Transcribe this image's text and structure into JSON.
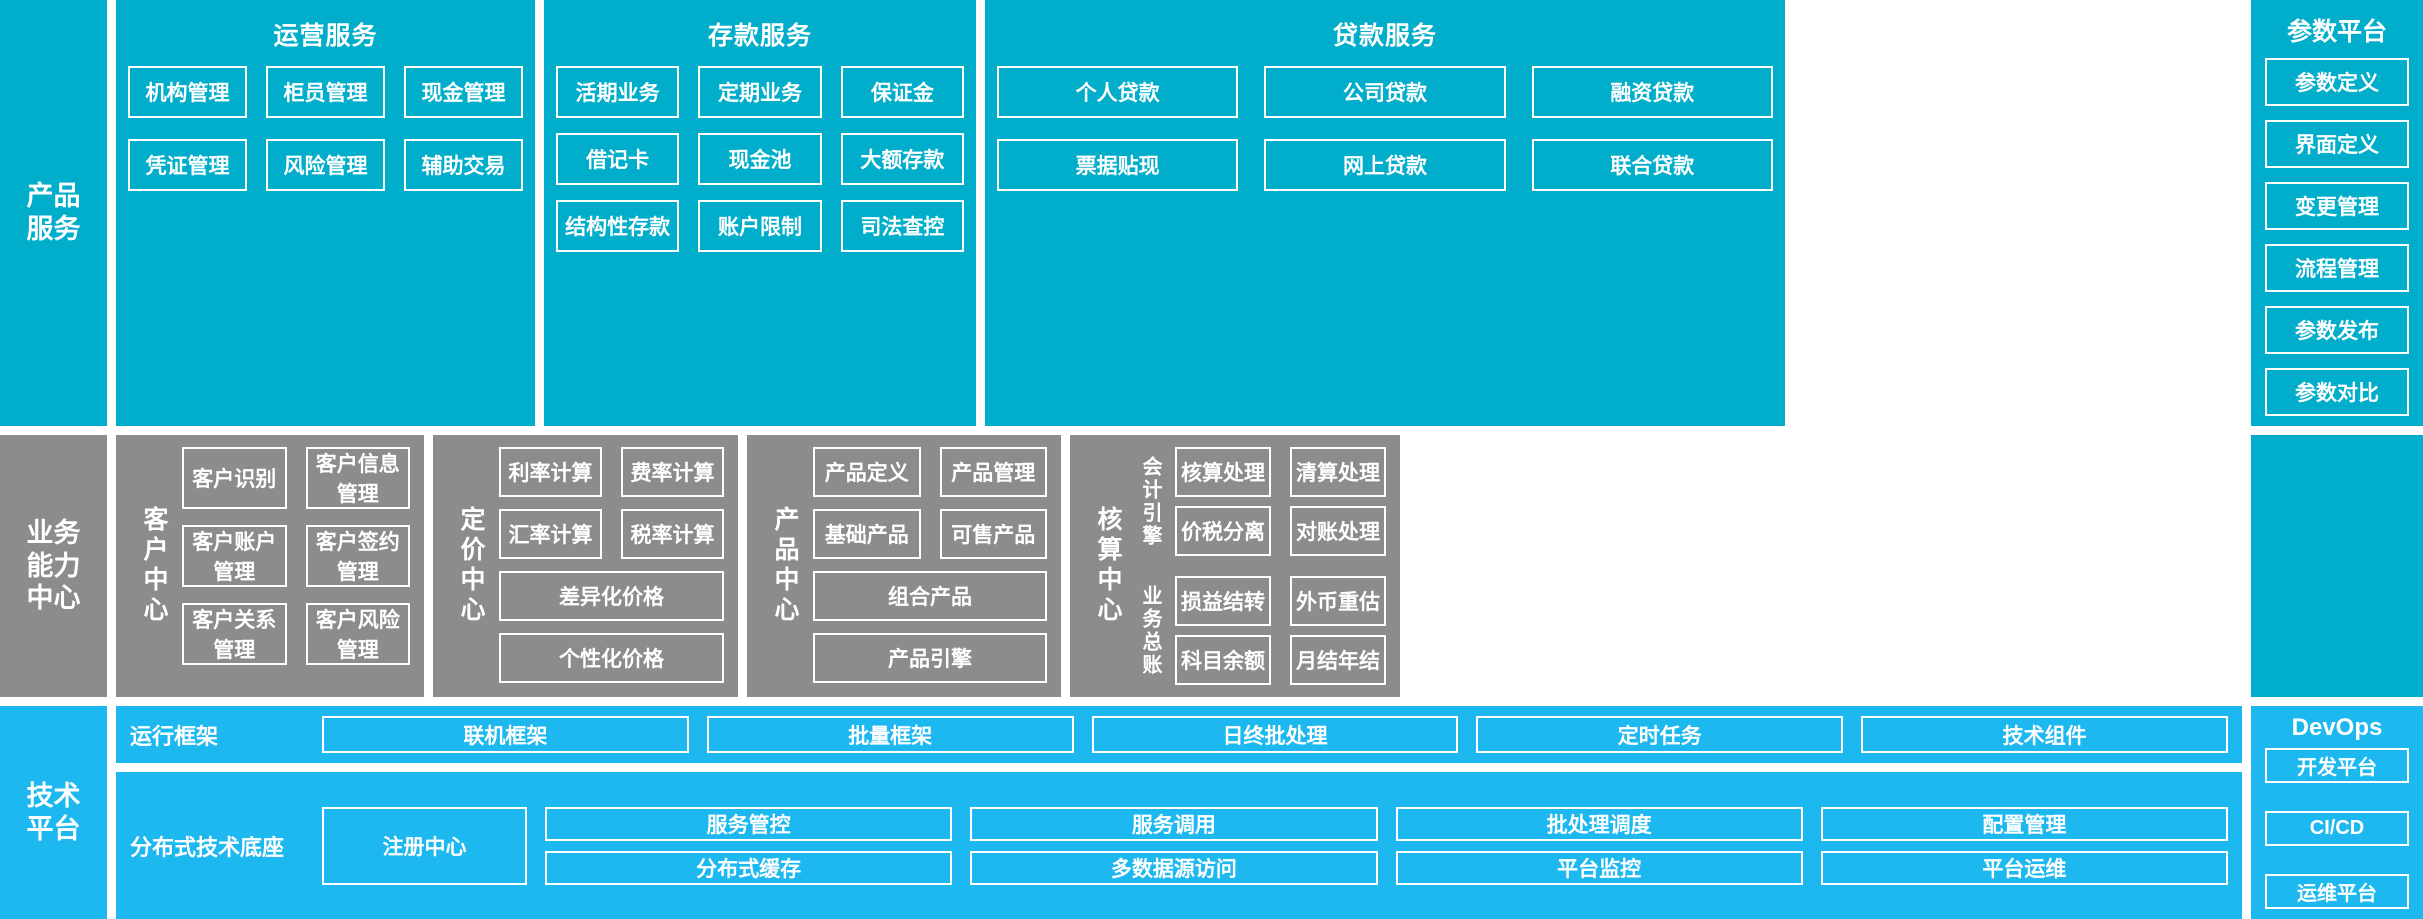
{
  "layers": {
    "product_service": "产品\n服务",
    "business_capability": "业务\n能力\n中心",
    "technology_platform": "技术\n平台"
  },
  "colors": {
    "teal": "#00AECB",
    "gray": "#8C8C8C",
    "bright_blue": "#1EB8F0",
    "border": "#FFFFFF",
    "background": "#FFFFFF"
  },
  "service_groups": [
    {
      "title": "运营服务",
      "items": [
        "机构管理",
        "柜员管理",
        "现金管理",
        "凭证管理",
        "风险管理",
        "辅助交易"
      ]
    },
    {
      "title": "存款服务",
      "items": [
        "活期业务",
        "定期业务",
        "保证金",
        "借记卡",
        "现金池",
        "大额存款",
        "结构性存款",
        "账户限制",
        "司法查控"
      ]
    },
    {
      "title": "贷款服务",
      "items": [
        "个人贷款",
        "公司贷款",
        "融资贷款",
        "票据贴现",
        "网上贷款",
        "联合贷款"
      ]
    }
  ],
  "param_platform": {
    "title": "参数平台",
    "items": [
      "参数定义",
      "界面定义",
      "变更管理",
      "流程管理",
      "参数发布",
      "参数对比"
    ]
  },
  "centers": [
    {
      "label": "客户中心",
      "pairs": [
        [
          "客户识别",
          "客户信息管理"
        ],
        [
          "客户账户管理",
          "客户签约管理"
        ],
        [
          "客户关系管理",
          "客户风险管理"
        ]
      ],
      "wide": []
    },
    {
      "label": "定价中心",
      "pairs": [
        [
          "利率计算",
          "费率计算"
        ],
        [
          "汇率计算",
          "税率计算"
        ]
      ],
      "wide": [
        "差异化价格",
        "个性化价格"
      ]
    },
    {
      "label": "产品中心",
      "pairs": [
        [
          "产品定义",
          "产品管理"
        ],
        [
          "基础产品",
          "可售产品"
        ]
      ],
      "wide": [
        "组合产品",
        "产品引擎"
      ]
    }
  ],
  "account_center": {
    "label": "核算中心",
    "subsections": [
      {
        "sub_label": "会计引擎",
        "pairs": [
          [
            "核算处理",
            "清算处理"
          ],
          [
            "价税分离",
            "对账处理"
          ]
        ]
      },
      {
        "sub_label": "业务总账",
        "pairs": [
          [
            "损益结转",
            "外币重估"
          ],
          [
            "科目余额",
            "月结年结"
          ]
        ]
      }
    ]
  },
  "tech_platform": {
    "runtime": {
      "name": "运行框架",
      "items": [
        "联机框架",
        "批量框架",
        "日终批处理",
        "定时任务",
        "技术组件"
      ]
    },
    "base": {
      "name": "分布式技术底座",
      "primary": "注册中心",
      "items": [
        "服务管控",
        "服务调用",
        "批处理调度",
        "配置管理",
        "分布式缓存",
        "多数据源访问",
        "平台监控",
        "平台运维"
      ]
    }
  },
  "devops": {
    "title": "DevOps",
    "items": [
      "开发平台",
      "CI/CD",
      "运维平台"
    ]
  }
}
